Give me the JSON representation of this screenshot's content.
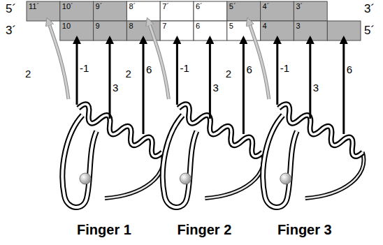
{
  "diagram": {
    "nodes": [
      {
        "text": [
          "11´"
        ]
      },
      {
        "text": [
          "10´"
        ]
      },
      {
        "text": [
          "9´"
        ]
      },
      {
        "text": [
          "8´"
        ]
      },
      {
        "text": [
          "7´"
        ]
      },
      {
        "text": [
          "6´"
        ]
      },
      {
        "text": [
          "5´"
        ]
      },
      {
        "text": [
          "4´"
        ]
      },
      {
        "text": [
          "3´"
        ]
      },
      {
        "text": [
          "10"
        ]
      },
      {
        "text": [
          "9"
        ]
      },
      {
        "text": [
          "8"
        ]
      },
      {
        "text": [
          "7"
        ]
      },
      {
        "text": [
          "6"
        ]
      },
      {
        "text": [
          "5"
        ]
      },
      {
        "text": [
          "4"
        ]
      },
      {
        "text": [
          "3"
        ]
      }
    ],
    "labels": [
      "5´",
      "3´",
      "3´",
      "5´",
      "2",
      "-1",
      "3",
      "6",
      "2",
      "-1",
      "3",
      "6",
      "2",
      "-1",
      "3",
      "6",
      "Finger 1",
      "Finger 2",
      "Finger 3"
    ]
  }
}
